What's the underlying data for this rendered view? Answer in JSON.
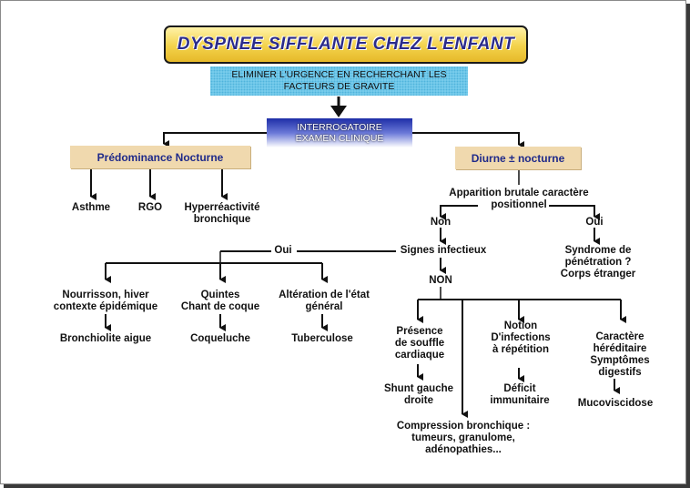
{
  "title": "DYSPNEE SIFFLANTE CHEZ L'ENFANT",
  "urgence": [
    "ELIMINER L'URGENCE EN RECHERCHANT LES",
    "FACTEURS DE GRAVITE"
  ],
  "interro": [
    "INTERROGATOIRE",
    "EXAMEN CLINIQUE"
  ],
  "predominance_nocturne": "Prédominance Nocturne",
  "diurne_nocturne": "Diurne ± nocturne",
  "nocturne_children": {
    "asthme": "Asthme",
    "rgo": "RGO",
    "hyperreactivite": [
      "Hyperréactivité",
      "bronchique"
    ]
  },
  "apparition": [
    "Apparition brutale caractère",
    "positionnel"
  ],
  "non_1": "Non",
  "oui_1": "Oui",
  "syndrome": [
    "Syndrome de",
    "pénétration ?",
    "Corps étranger"
  ],
  "signes_infectieux": "Signes infectieux",
  "oui_2": "Oui",
  "non_2": "NON",
  "infectious": {
    "nourrisson": [
      "Nourrisson, hiver",
      "contexte épidémique"
    ],
    "bronchiolite": "Bronchiolite aigue",
    "quintes": [
      "Quintes",
      "Chant de coque"
    ],
    "coqueluche": "Coqueluche",
    "alteration": [
      "Altération de l'état",
      "général"
    ],
    "tuberculose": "Tuberculose"
  },
  "non_infectious": {
    "presence": [
      "Présence",
      "de souffle",
      "cardiaque"
    ],
    "shunt": [
      "Shunt gauche",
      "droite"
    ],
    "notion": [
      "Notion",
      "D'infections",
      "à répétition"
    ],
    "deficit": [
      "Déficit",
      "immunitaire"
    ],
    "caractere": [
      "Caractère",
      "héréditaire",
      "Symptômes",
      "digestifs"
    ],
    "mucoviscidose": "Mucoviscidose",
    "compression": [
      "Compression bronchique :",
      "tumeurs, granulome,",
      "adénopathies..."
    ]
  }
}
